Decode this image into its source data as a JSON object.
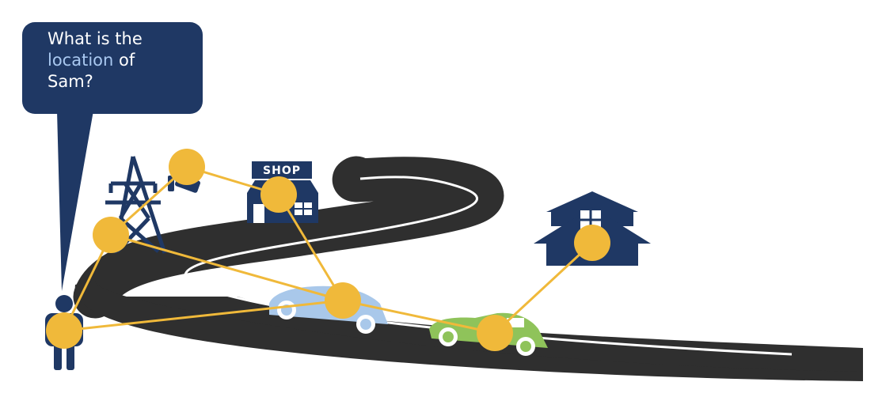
{
  "question": {
    "line1": "What is the",
    "line2_highlight": "location",
    "line2_rest": " of",
    "line3": "Sam?"
  },
  "shop": {
    "label": "SHOP"
  },
  "colors": {
    "navy": "#1f3864",
    "road": "#2f2f2f",
    "node": "#f0b93a",
    "link": "#f0b93a",
    "highlight": "#a9c8f0",
    "car_blue": "#a9c8ea",
    "car_green": "#8fc35a"
  },
  "icons": [
    "person-icon",
    "cell-tower-icon",
    "camera-icon",
    "shop-icon",
    "house-icon",
    "blue-car-icon",
    "green-car-icon",
    "road"
  ]
}
